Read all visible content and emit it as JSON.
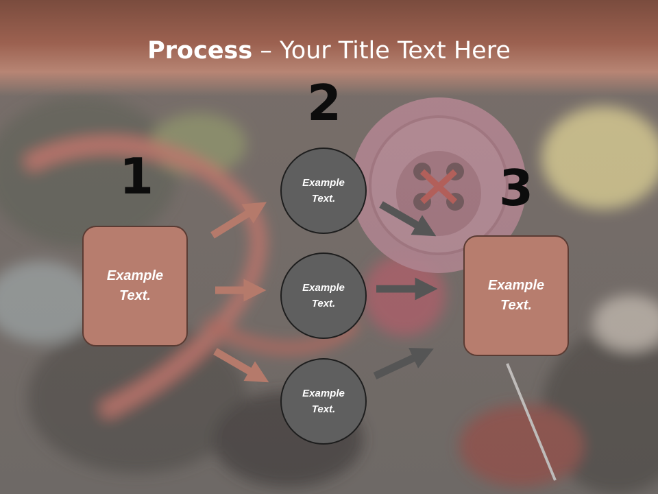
{
  "title": {
    "bold": "Process",
    "rest": " – Your Title Text Here"
  },
  "steps": [
    {
      "number": "1",
      "label": "Example Text."
    },
    {
      "number": "2",
      "label": ""
    },
    {
      "number": "3",
      "label": "Example Text."
    }
  ],
  "circles": [
    {
      "label": "Example Text."
    },
    {
      "label": "Example Text."
    },
    {
      "label": "Example Text."
    }
  ],
  "colors": {
    "title_band": "#9c6150",
    "box_fill": "#b77d6e",
    "circle_fill": "#5f5f5f",
    "arrow_left": "#b57a6b",
    "arrow_right": "#555555"
  }
}
